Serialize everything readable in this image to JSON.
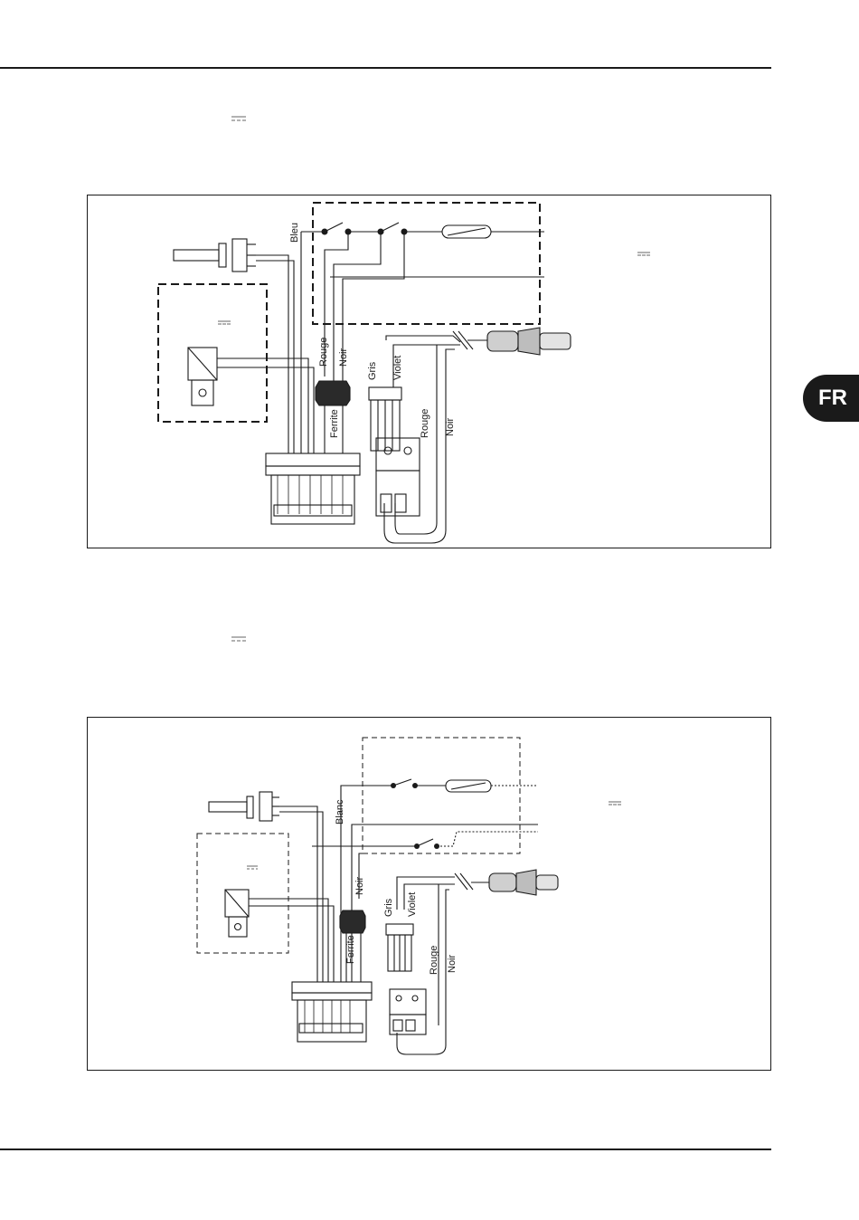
{
  "side_tab": {
    "label": "FR"
  },
  "diagram1": {
    "wire_labels": {
      "bleu": "Bleu",
      "rouge_top": "Rouge",
      "noir_top": "Noir",
      "gris": "Gris",
      "violet": "Violet",
      "rouge_bottom": "Rouge",
      "noir_bottom": "Noir",
      "ferrite": "Ferrite"
    }
  },
  "diagram2": {
    "wire_labels": {
      "blanc": "Blanc",
      "noir_top": "Noir",
      "gris": "Gris",
      "violet": "Violet",
      "rouge_bottom": "Rouge",
      "noir_bottom": "Noir",
      "ferrite": "Ferrite"
    }
  },
  "colors": {
    "ink": "#1a1a1a",
    "tab_bg": "#1a1a1a",
    "tab_text": "#ffffff"
  }
}
